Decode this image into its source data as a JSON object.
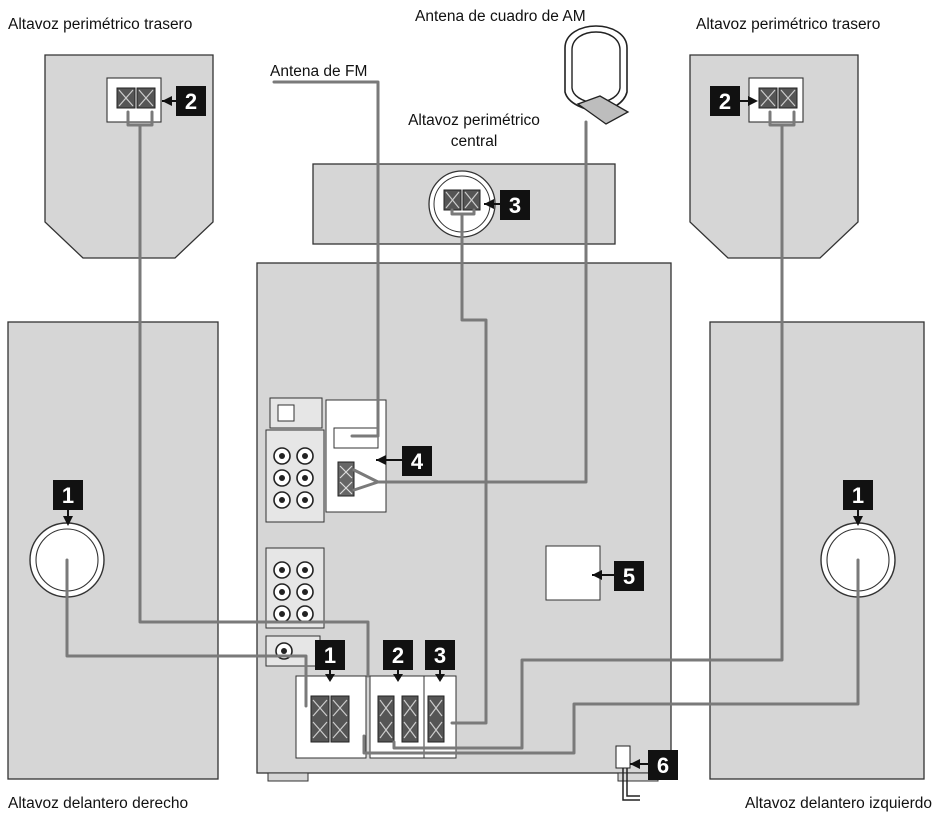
{
  "labels": {
    "rear_left": "Altavoz perimétrico trasero",
    "rear_right": "Altavoz perimétrico trasero",
    "am_antenna": "Antena de cuadro de AM",
    "fm_antenna": "Antena de FM",
    "center_line1": "Altavoz perimétrico",
    "center_line2": "central",
    "front_right": "Altavoz delantero derecho",
    "front_left": "Altavoz delantero izquierdo"
  },
  "callouts": {
    "front_left_speaker": "1",
    "front_right_speaker": "1",
    "rear_left_speaker": "2",
    "rear_right_speaker": "2",
    "center_speaker": "3",
    "antenna_terminal": "4",
    "selector": "5",
    "power_cord": "6",
    "unit_front": "1",
    "unit_surround": "2",
    "unit_center": "3"
  },
  "colors": {
    "panel": "#d6d6d6",
    "cable": "#7a7a7a",
    "badge": "#111111"
  }
}
